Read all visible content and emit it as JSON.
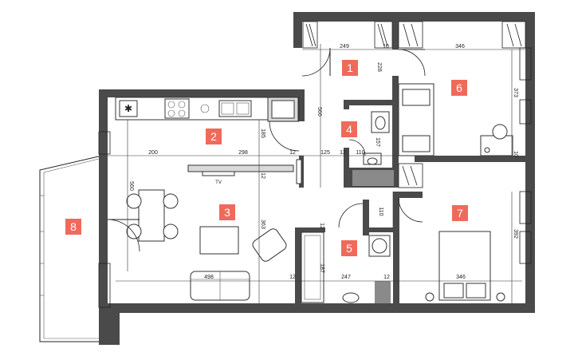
{
  "rooms": [
    {
      "id": "1",
      "label": "1"
    },
    {
      "id": "2",
      "label": "2"
    },
    {
      "id": "3",
      "label": "3"
    },
    {
      "id": "4",
      "label": "4"
    },
    {
      "id": "5",
      "label": "5"
    },
    {
      "id": "6",
      "label": "6"
    },
    {
      "id": "7",
      "label": "7"
    },
    {
      "id": "8",
      "label": "8"
    }
  ],
  "dimensions": {
    "hall_width": "249",
    "top_wall_10": "10",
    "room6_width": "346",
    "hall_depth": "228",
    "room6_depth": "373",
    "kitchen_depth": "185",
    "wc_width_566": "566",
    "wc_depth": "157",
    "living_200": "200",
    "living_298": "298",
    "partition_12a": "12",
    "corridor_125": "125",
    "partition_12b": "12",
    "closet_110": "110",
    "room6_wall_10": "10",
    "tv_wall_12": "12",
    "dining_560": "560",
    "living_depth": "363",
    "bath_door_110": "110",
    "room7_depth": "392",
    "bath_12": "12",
    "bath_187": "187",
    "living_498": "498",
    "bath_width_247": "247",
    "bath_12b": "12",
    "room7_width": "346",
    "bath_12c": "12"
  },
  "furniture_labels": {
    "tv": "TV"
  }
}
